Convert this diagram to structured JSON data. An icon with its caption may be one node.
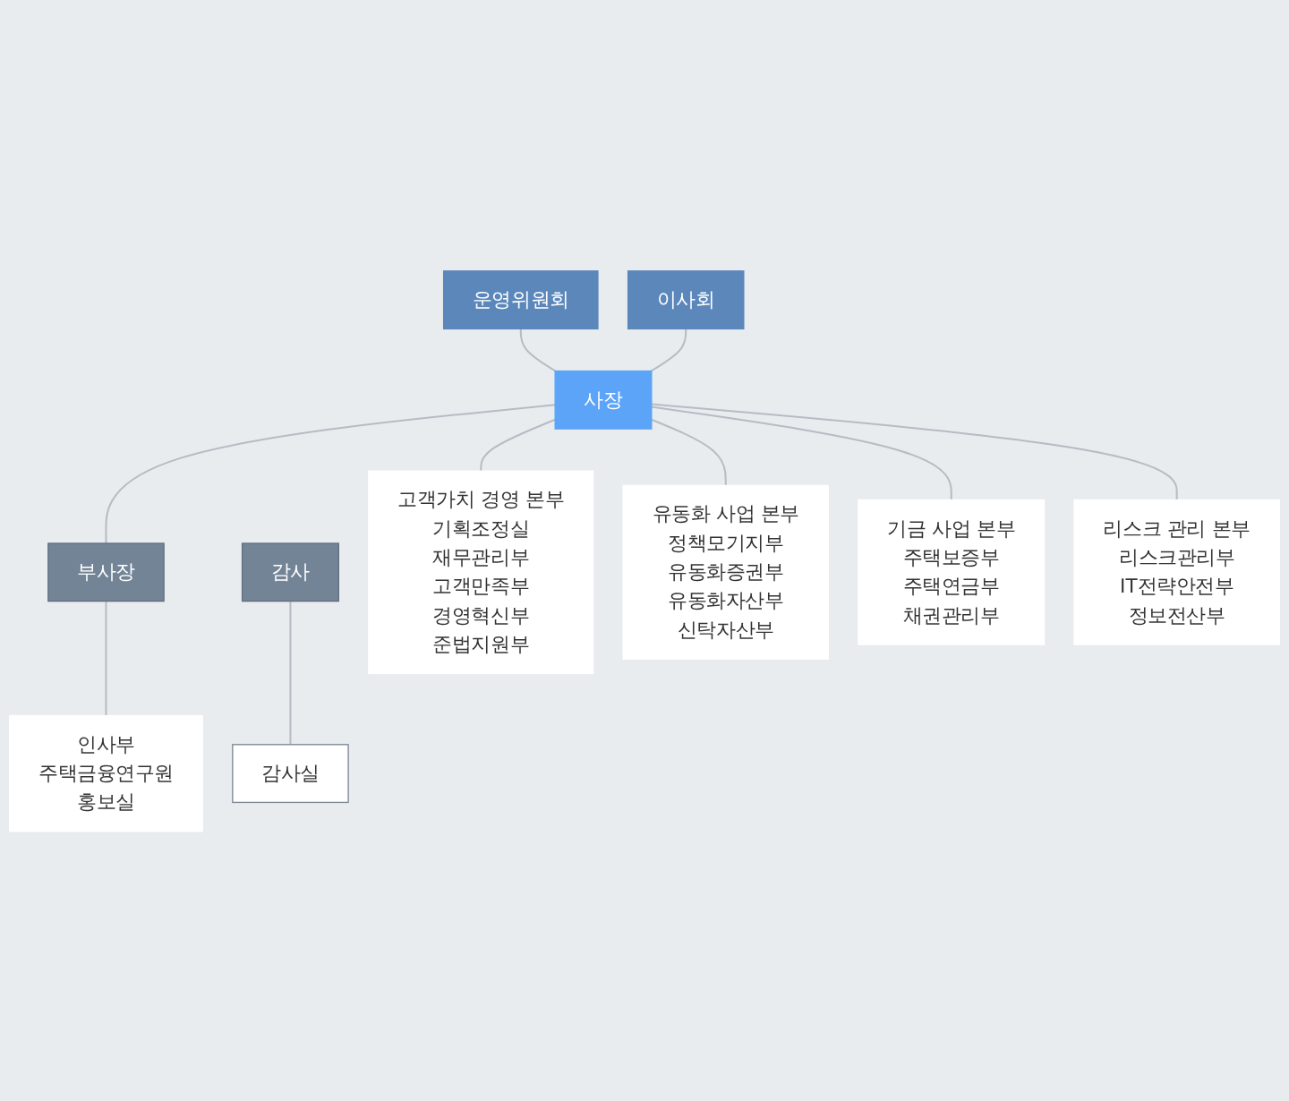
{
  "diagram": {
    "nodes": [
      {
        "text": [
          "운영위원회"
        ]
      },
      {
        "text": [
          "이사회"
        ]
      },
      {
        "text": [
          "사장"
        ]
      },
      {
        "text": [
          "감사"
        ]
      },
      {
        "text": [
          "감사실"
        ]
      },
      {
        "text": [
          "부사장"
        ]
      },
      {
        "text": [
          "인사부",
          "주택금융연구원",
          "홍보실"
        ]
      },
      {
        "text": [
          "고객가치 경영 본부",
          "기획조정실",
          "재무관리부",
          "고객만족부",
          "경영혁신부",
          "준법지원부"
        ]
      },
      {
        "text": [
          "유동화 사업 본부",
          "정책모기지부",
          "유동화증권부",
          "유동화자산부",
          "신탁자산부"
        ]
      },
      {
        "text": [
          "기금 사업 본부",
          "주택보증부",
          "주택연금부",
          "채권관리부"
        ]
      },
      {
        "text": [
          "리스크 관리 본부",
          "리스크관리부",
          "IT전략안전부",
          "정보전산부"
        ]
      }
    ],
    "edges": [
      {
        "from": 0,
        "to": 2,
        "arrow": "none"
      },
      {
        "from": 1,
        "to": 2,
        "arrow": "none"
      },
      {
        "from": 2,
        "to": 5,
        "arrow": "none"
      },
      {
        "from": 3,
        "to": 4,
        "arrow": "none"
      },
      {
        "from": 5,
        "to": 6,
        "arrow": "none"
      },
      {
        "from": 2,
        "to": 7,
        "arrow": "none"
      },
      {
        "from": 2,
        "to": 8,
        "arrow": "none"
      },
      {
        "from": 2,
        "to": 9,
        "arrow": "none"
      },
      {
        "from": 2,
        "to": 10,
        "arrow": "none"
      }
    ]
  }
}
